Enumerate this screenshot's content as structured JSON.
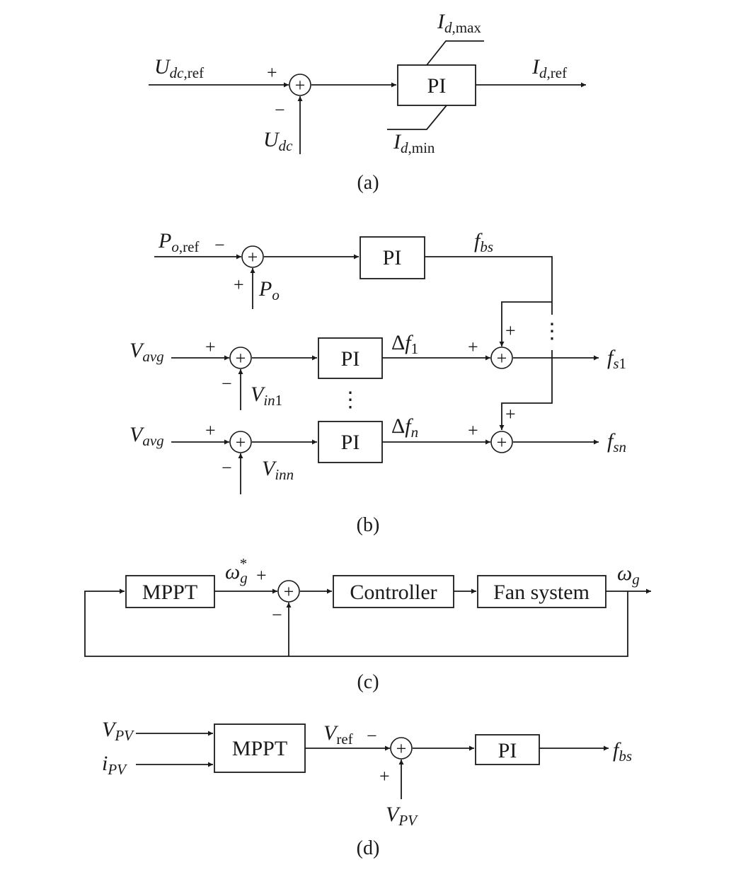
{
  "panel_a": {
    "caption": "(a)",
    "block": "PI",
    "in_label": {
      "main": "U",
      "sub_i": "dc",
      "sub_r": ",ref"
    },
    "fb_label": {
      "main": "U",
      "sub_i": "dc"
    },
    "out_label": {
      "main": "I",
      "sub_i": "d",
      "sub_r": ",ref"
    },
    "max_label": {
      "main": "I",
      "sub_i": "d",
      "sub_r": ",max"
    },
    "min_label": {
      "main": "I",
      "sub_i": "d",
      "sub_r": ",min"
    },
    "plus": "+",
    "minus": "−"
  },
  "panel_b": {
    "caption": "(b)",
    "block": "PI",
    "po_ref": {
      "main": "P",
      "sub_i": "o",
      "sub_r": ",ref"
    },
    "po": {
      "main": "P",
      "sub_i": "o"
    },
    "fbs": {
      "main": "f",
      "sub_i": "bs"
    },
    "vavg": {
      "main": "V",
      "sub_i": "avg"
    },
    "vin1": {
      "main": "V",
      "sub_i": "in",
      "sub_r": "1"
    },
    "vinn": {
      "main": "V",
      "sub_i": "inn"
    },
    "df1": {
      "delta": "Δ",
      "main": "f",
      "sub_r": "1"
    },
    "dfn": {
      "delta": "Δ",
      "main": "f",
      "sub_i": "n"
    },
    "fs1": {
      "main": "f",
      "sub_i": "s",
      "sub_r": "1"
    },
    "fsn": {
      "main": "f",
      "sub_i": "sn"
    },
    "plus": "+",
    "minus": "−",
    "vdots": "⋮"
  },
  "panel_c": {
    "caption": "(c)",
    "mppt": "MPPT",
    "controller": "Controller",
    "fan": "Fan system",
    "omega_ref": {
      "main": "ω",
      "sub_i": "g",
      "sup": "*"
    },
    "omega": {
      "main": "ω",
      "sub_i": "g"
    },
    "plus": "+",
    "minus": "−"
  },
  "panel_d": {
    "caption": "(d)",
    "mppt": "MPPT",
    "block": "PI",
    "vpv": {
      "main": "V",
      "sub_i": "PV"
    },
    "ipv": {
      "main": "i",
      "sub_i": "PV"
    },
    "vref": {
      "main": "V",
      "sub_r": "ref"
    },
    "fbs": {
      "main": "f",
      "sub_i": "bs"
    },
    "plus": "+",
    "minus": "−"
  },
  "sum_symbol": "+"
}
